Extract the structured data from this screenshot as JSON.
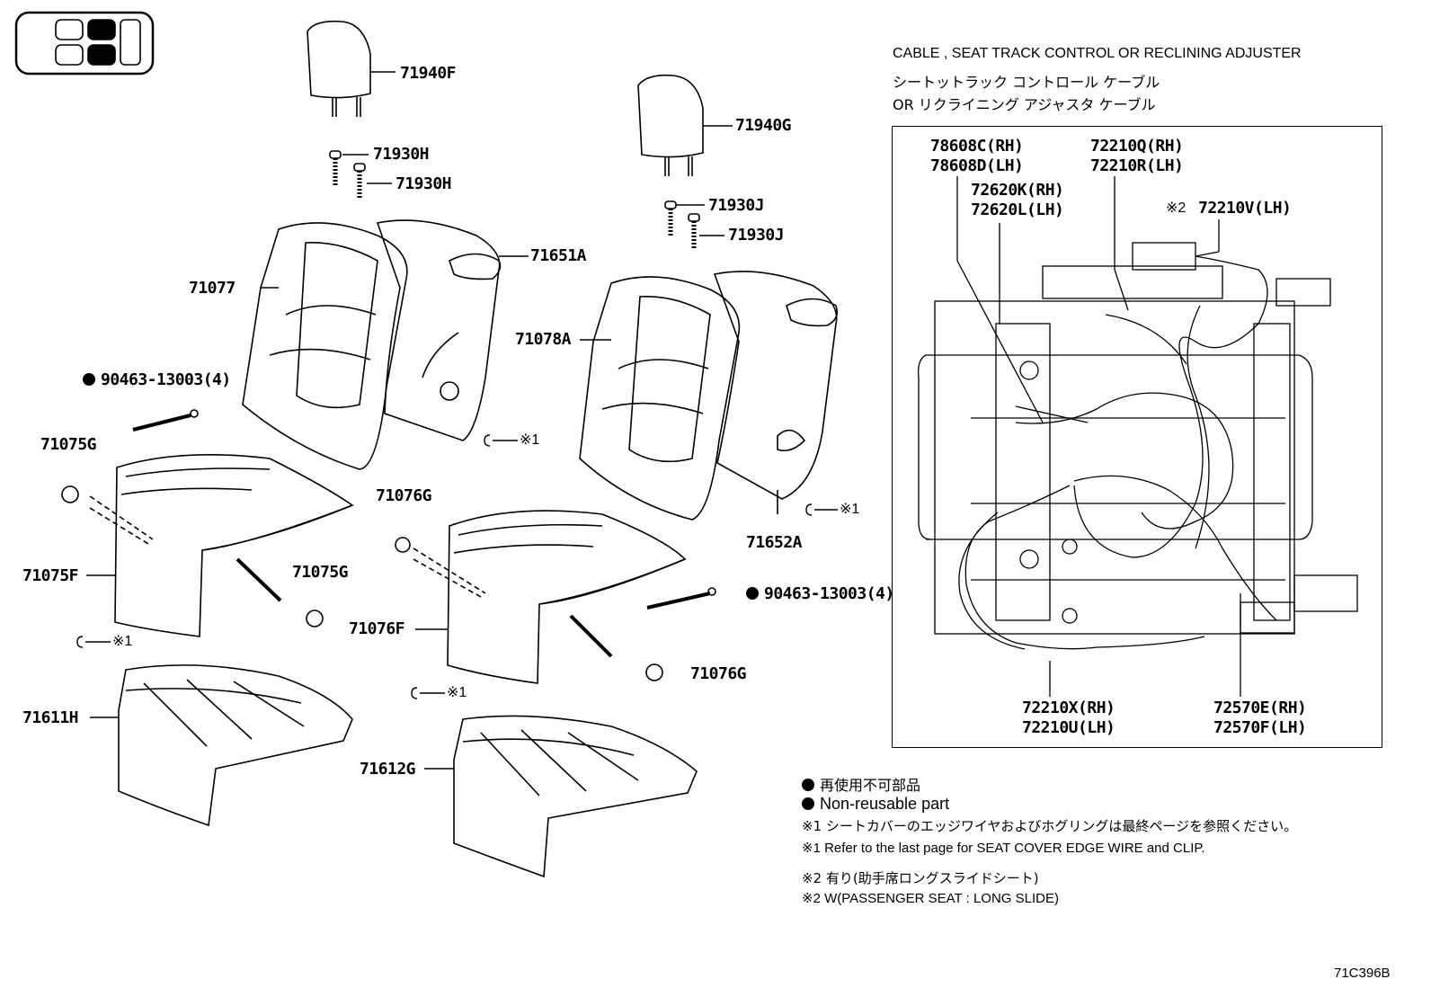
{
  "cable_header": {
    "line1": "CABLE , SEAT TRACK CONTROL OR RECLINING ADJUSTER",
    "line2": "シートットラック  コントロール  ケーブル",
    "line3": "OR リクライニング  アジャスタ  ケーブル"
  },
  "parts": {
    "p71940F": "71940F",
    "p71930H_a": "71930H",
    "p71930H_b": "71930H",
    "p71077": "71077",
    "p71651A": "71651A",
    "p90463_left": "90463-13003(4)",
    "p71075G_top": "71075G",
    "p71075F": "71075F",
    "p71075G_bot": "71075G",
    "p71611H": "71611H",
    "p71940G": "71940G",
    "p71930J_a": "71930J",
    "p71930J_b": "71930J",
    "p71078A": "71078A",
    "p71652A": "71652A",
    "p71076G_top": "71076G",
    "p71076F": "71076F",
    "p71076G_bot": "71076G",
    "p90463_right": "90463-13003(4)",
    "p71612G": "71612G"
  },
  "cable_parts": {
    "c78608C": "78608C(RH)",
    "c78608D": "78608D(LH)",
    "c72620K": "72620K(RH)",
    "c72620L": "72620L(LH)",
    "c72210Q": "72210Q(RH)",
    "c72210R": "72210R(LH)",
    "c72210V_mark": "※2",
    "c72210V": "72210V(LH)",
    "c72210X": "72210X(RH)",
    "c72210U": "72210U(LH)",
    "c72570E": "72570E(RH)",
    "c72570F": "72570F(LH)"
  },
  "clip_marks": {
    "m1": "※1",
    "m2": "※1",
    "m3": "※1",
    "m4": "※1"
  },
  "legend": {
    "l1": "再使用不可部品",
    "l2": "Non-reusable part",
    "l3": "※1  シートカバーのエッジワイヤおよびホグリングは最終ページを参照ください。",
    "l4": "※1  Refer to the last page for SEAT COVER EDGE WIRE and CLIP.",
    "l5": "※2  有り(助手席ロングスライドシート)",
    "l6": "※2  W(PASSENGER SEAT : LONG SLIDE)"
  },
  "figure_code": "71C396B"
}
